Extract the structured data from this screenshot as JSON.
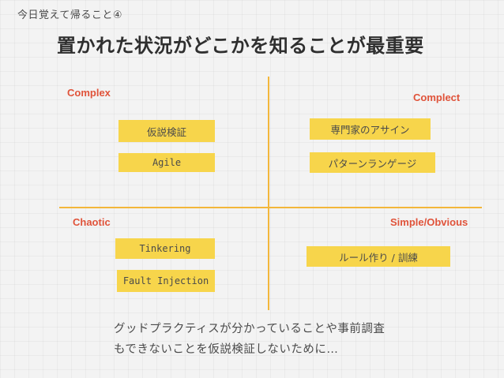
{
  "header": {
    "subtitle": "今日覚えて帰ること④",
    "title": "置かれた状況がどこかを知ることが最重要"
  },
  "quadrants": {
    "top_left": "Complex",
    "top_right": "Complect",
    "bottom_left": "Chaotic",
    "bottom_right": "Simple/Obvious"
  },
  "boxes": {
    "hypothesis": "仮説検証",
    "agile": "Agile",
    "assign_expert": "専門家のアサイン",
    "pattern_range": "パターンランゲージ",
    "tinkering": "Tinkering",
    "fault_injection": "Fault Injection",
    "rules_training": "ルール作り / 訓練"
  },
  "footer": {
    "line1": "グッドプラクティスが分かっていることや事前調査",
    "line2": "もできないことを仮説検証しないために…"
  },
  "colors": {
    "accent_label": "#e0533a",
    "box_fill": "#f7d54b",
    "axis": "#f3b73b"
  }
}
